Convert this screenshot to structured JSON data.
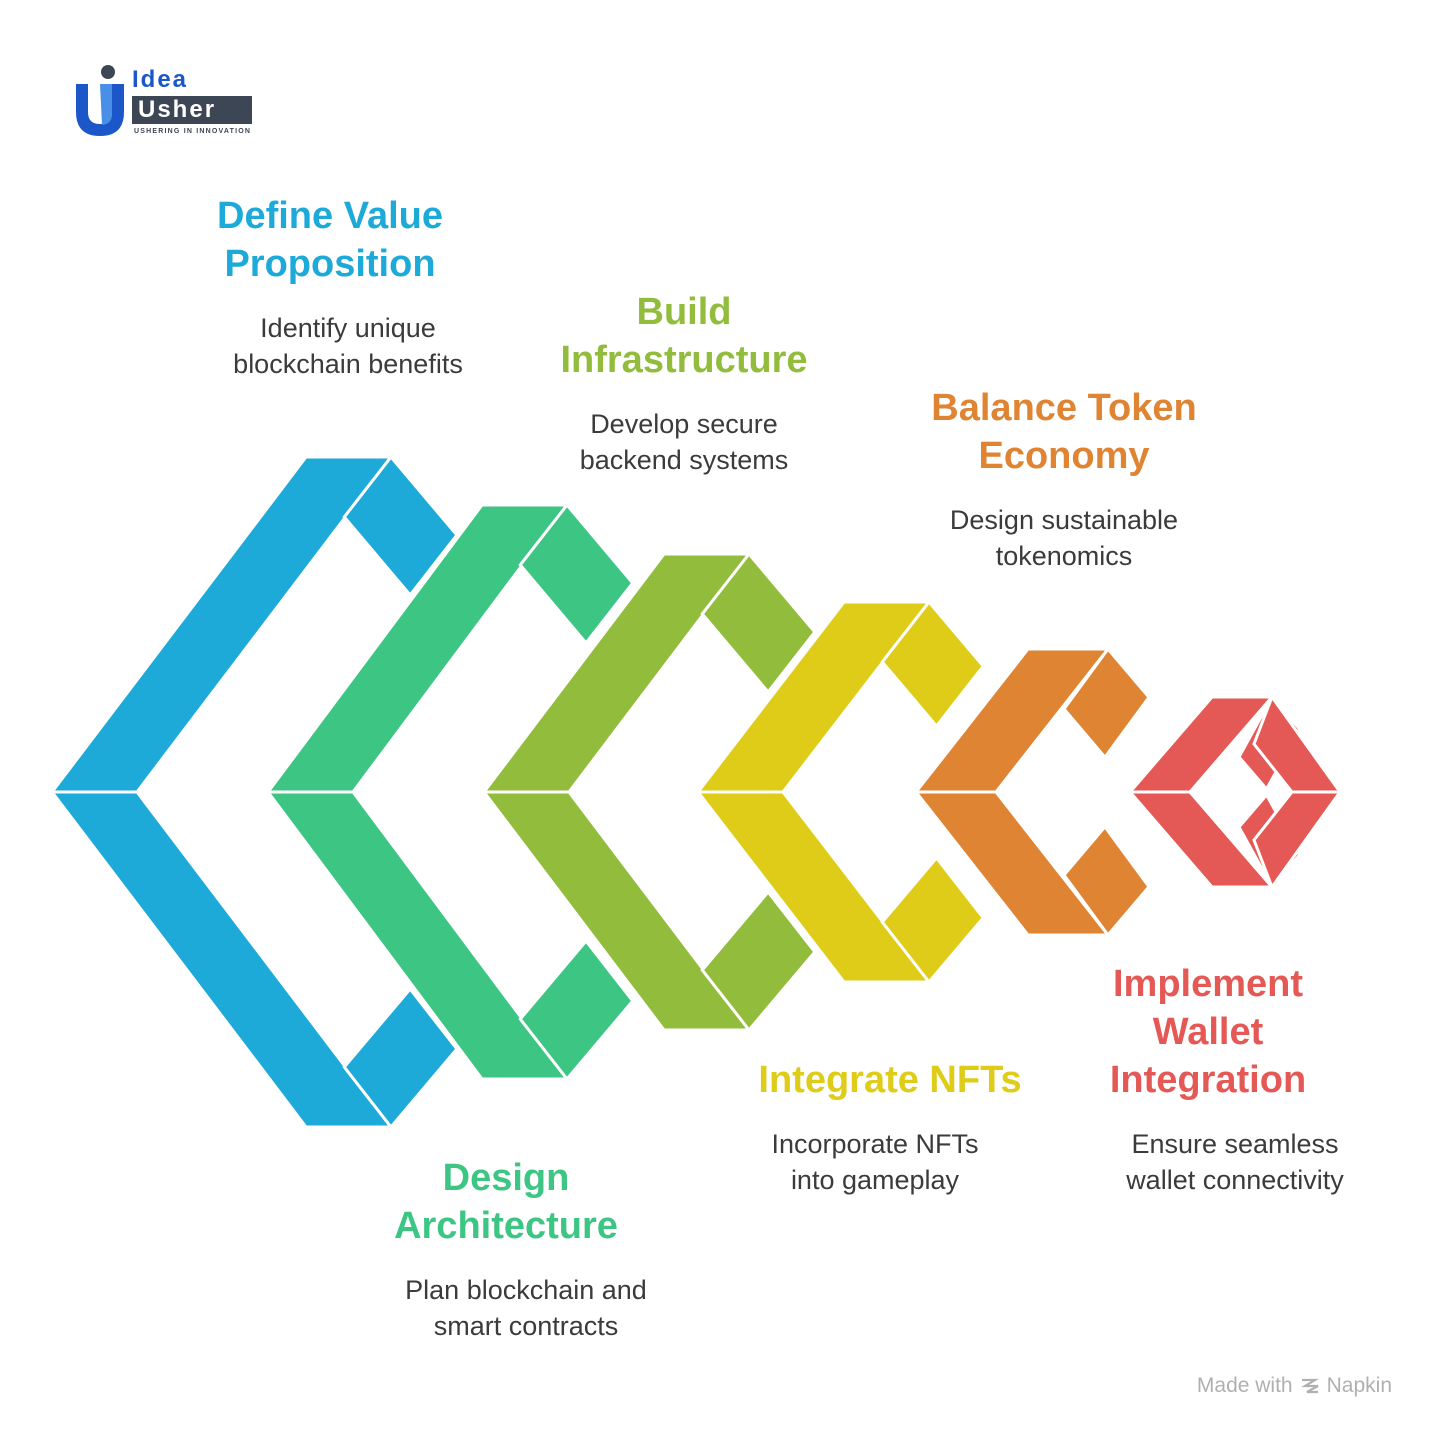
{
  "logo": {
    "word1": "Idea",
    "word2": "Usher",
    "tagline": "USHERING IN INNOVATION",
    "primary_color": "#1c57c9",
    "dark_color": "#3d4654"
  },
  "steps": [
    {
      "title": "Define Value\nProposition",
      "desc": "Identify unique\nblockchain benefits",
      "color": "#1eaad9"
    },
    {
      "title": "Design\nArchitecture",
      "desc": "Plan blockchain and\nsmart contracts",
      "color": "#3dc584"
    },
    {
      "title": "Build\nInfrastructure",
      "desc": "Develop secure\nbackend systems",
      "color": "#92bc3b"
    },
    {
      "title": "Integrate NFTs",
      "desc": "Incorporate NFTs\ninto gameplay",
      "color": "#dfcc18"
    },
    {
      "title": "Balance Token\nEconomy",
      "desc": "Design sustainable\ntokenomics",
      "color": "#df8433"
    },
    {
      "title": "Implement\nWallet\nIntegration",
      "desc": "Ensure seamless\nwallet connectivity",
      "color": "#e45955"
    }
  ],
  "footer": {
    "prefix": "Made with",
    "brand": "Napkin",
    "icon": "napkin-logo-icon"
  }
}
